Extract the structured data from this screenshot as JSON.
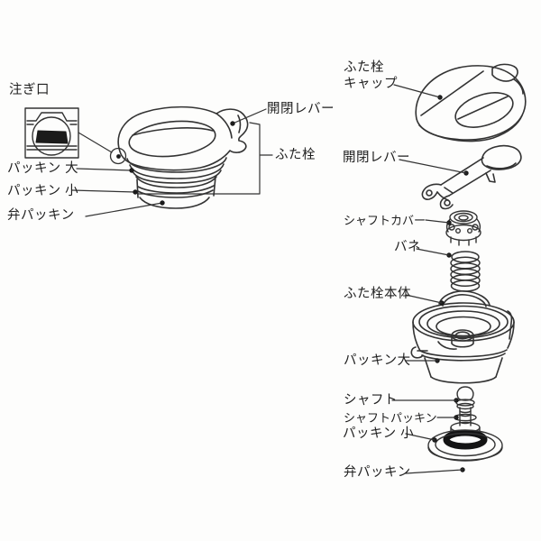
{
  "canvas": {
    "background_color": "#fdfdfc",
    "line_color": "#333333",
    "text_color": "#1e1e1e",
    "dark_fill_color": "#1b1b1b"
  },
  "assembled_view": {
    "labels": {
      "spout": "注ぎ口",
      "lever": "開閉レバー",
      "lid_stopper": "ふた栓",
      "packing_large": "パッキン 大",
      "packing_small": "パッキン 小",
      "valve_packing": "弁パッキン"
    }
  },
  "exploded_view": {
    "labels": {
      "cap_line1": "ふた栓",
      "cap_line2": "キャップ",
      "lever": "開閉レバー",
      "shaft_cover": "シャフトカバー",
      "spring": "バネ",
      "body": "ふた栓本体",
      "packing_large": "パッキン大",
      "shaft": "シャフト",
      "shaft_packing": "シャフトパッキン",
      "packing_small": "パッキン 小",
      "valve_packing": "弁パッキン"
    }
  }
}
